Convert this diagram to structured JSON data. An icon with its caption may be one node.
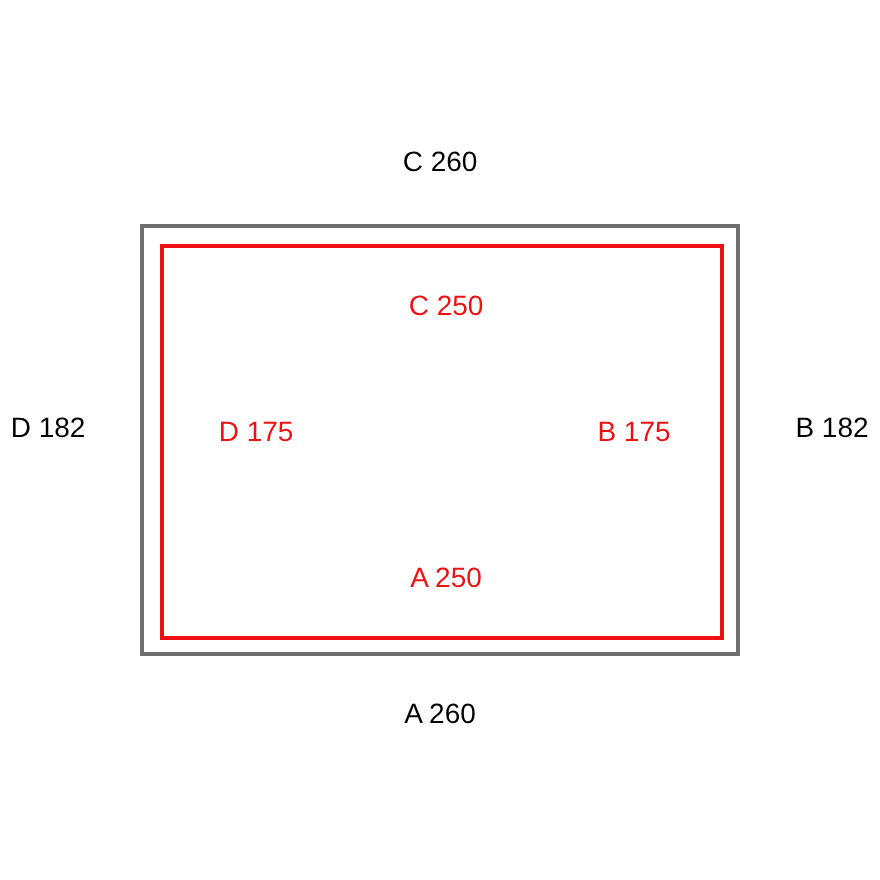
{
  "diagram": {
    "nodes": [
      {
        "text": [],
        "shape": "box",
        "beside": [
          "C 260",
          "D 182",
          "B 182",
          "A 260"
        ]
      },
      {
        "text": [
          "C 250",
          "D 175",
          "B 175",
          "A 250"
        ],
        "in": 0
      }
    ]
  }
}
